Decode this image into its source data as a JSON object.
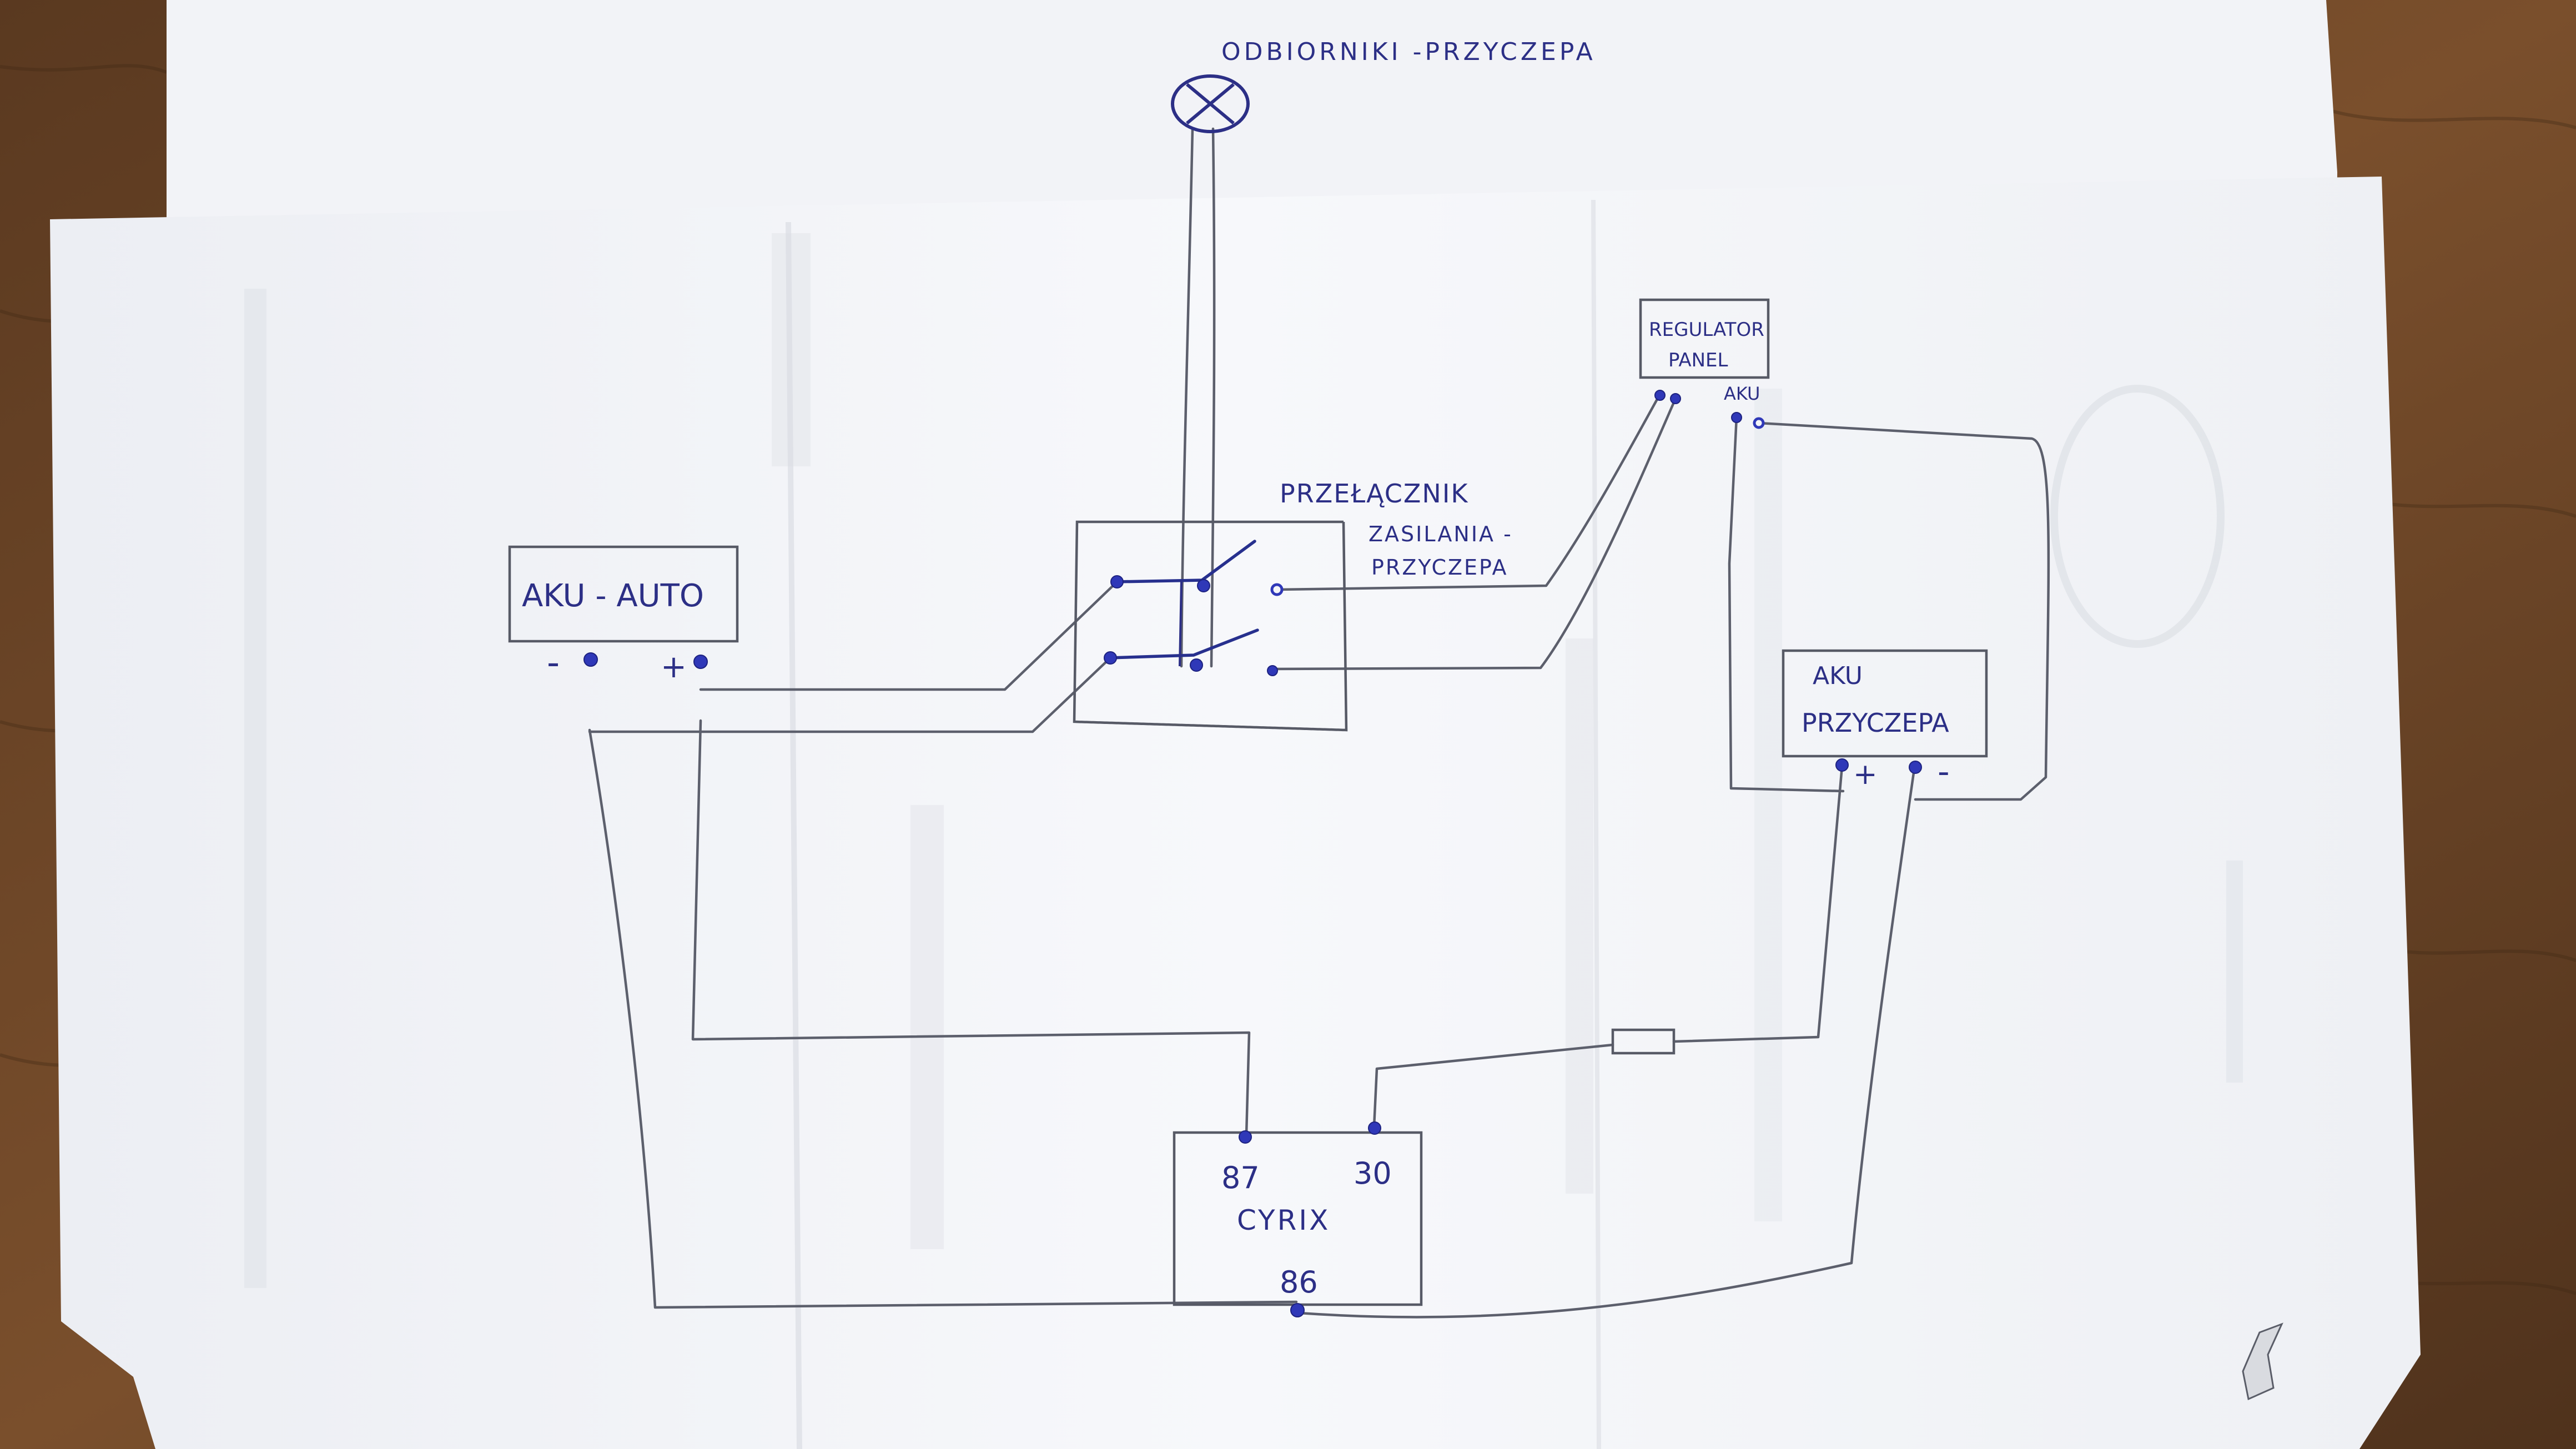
{
  "diagram": {
    "labels": {
      "receivers": "ODBIORNIKI -PRZYCZEPA",
      "switch_title": "PRZEŁĄCZNIK",
      "switch_sub1": "ZASILANIA -",
      "switch_sub2": "PRZYCZEPA",
      "regulator_line1": "REGULATOR",
      "regulator_line2": "PANEL",
      "regulator_akku": "AKU",
      "car_battery": "AKU - AUTO",
      "trailer_battery_line1": "AKU",
      "trailer_battery_line2": "PRZYCZEPA",
      "relay_name": "CYRIX",
      "relay_pin_87": "87",
      "relay_pin_30": "30",
      "relay_pin_86": "86",
      "minus": "-",
      "plus": "+"
    },
    "colors": {
      "ink": "#2c2f86",
      "pencil": "#5c5f6c",
      "paper": "#f6f7fa",
      "wood": "#6b4426"
    }
  }
}
